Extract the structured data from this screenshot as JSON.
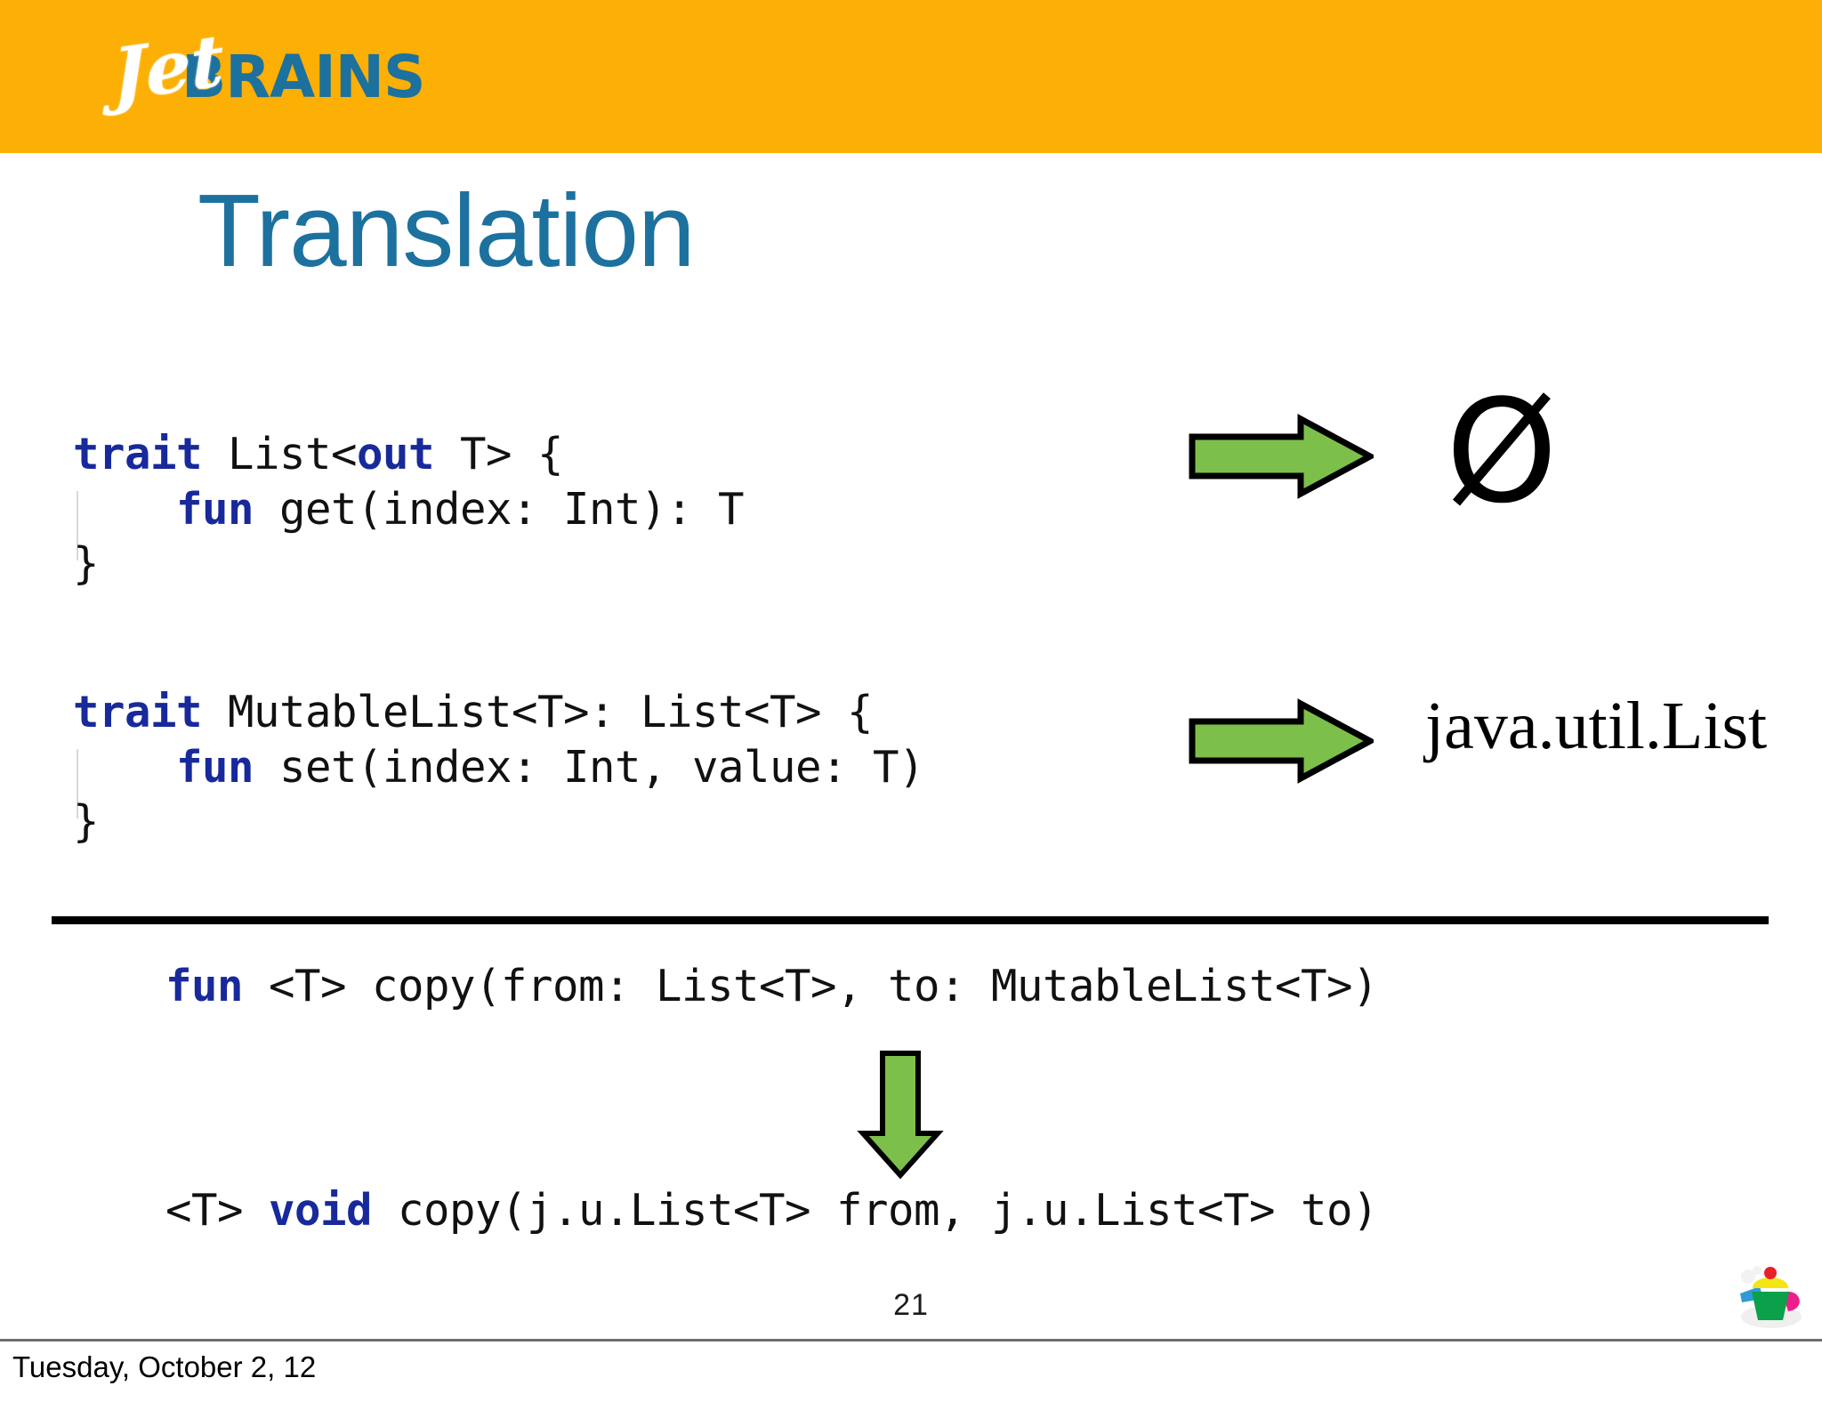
{
  "slide": {
    "title": "Translation",
    "page_number": "21",
    "date_line": "Tuesday, October 2, 12"
  },
  "brand": {
    "logo_script": "Jet",
    "logo_bold": "BRAINS",
    "banner_color": "#FCAF05",
    "title_color": "#1C719E",
    "keyword_color": "#18299B",
    "arrow_color": "#7CBF4A"
  },
  "code_blocks": [
    {
      "name": "list-trait",
      "lines": [
        [
          {
            "t": "trait",
            "kw": true
          },
          {
            "t": " List<",
            "kw": false
          },
          {
            "t": "out",
            "kw": true
          },
          {
            "t": " T> {",
            "kw": false
          }
        ],
        [
          {
            "t": "    ",
            "kw": false
          },
          {
            "t": "fun",
            "kw": true
          },
          {
            "t": " get(index: Int): T",
            "kw": false
          }
        ],
        [
          {
            "t": "}",
            "kw": false
          }
        ]
      ]
    },
    {
      "name": "mutablelist-trait",
      "lines": [
        [
          {
            "t": "trait",
            "kw": true
          },
          {
            "t": " MutableList<T>: List<T> {",
            "kw": false
          }
        ],
        [
          {
            "t": "    ",
            "kw": false
          },
          {
            "t": "fun",
            "kw": true
          },
          {
            "t": " set(index: Int, value: T)",
            "kw": false
          }
        ],
        [
          {
            "t": "}",
            "kw": false
          }
        ]
      ]
    },
    {
      "name": "kotlin-copy-signature",
      "lines": [
        [
          {
            "t": "fun",
            "kw": true
          },
          {
            "t": " <T> copy(from: List<T>, to: MutableList<T>)",
            "kw": false
          }
        ]
      ]
    },
    {
      "name": "java-copy-signature",
      "lines": [
        [
          {
            "t": "<T> ",
            "kw": false
          },
          {
            "t": "void",
            "kw": true
          },
          {
            "t": " copy(j.u.List<T> from, j.u.List<T> to)",
            "kw": false
          }
        ]
      ]
    }
  ],
  "mappings": [
    {
      "arrow": "right-arrow-icon",
      "target": "Ø",
      "target_name": "empty-set-symbol"
    },
    {
      "arrow": "right-arrow-icon",
      "target": "java.util.List",
      "target_name": "java-util-list-label"
    }
  ]
}
